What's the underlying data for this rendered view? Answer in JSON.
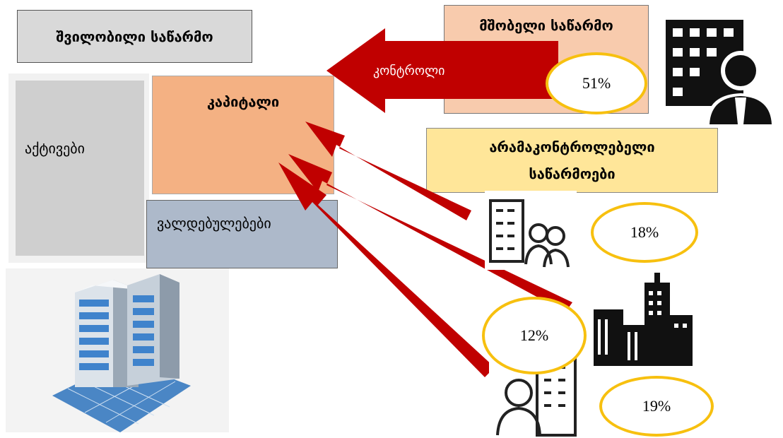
{
  "boxes": {
    "subsidiary": "შვილობილი საწარმო",
    "assets": "აქტივები",
    "capital": "კაპიტალი",
    "liabilities": "ვალდებულებები",
    "parent": "მშობელი საწარმო",
    "non_controlling_line1": "არამაკონტროლებელი",
    "non_controlling_line2": "საწარმოები"
  },
  "arrow_label": "კონტროლი",
  "percentages": {
    "parent": "51%",
    "nc_a": "18%",
    "nc_b": "12%",
    "nc_c": "19%"
  },
  "colors": {
    "arrow": "#c00000",
    "oval_border": "#f7c00f",
    "capital": "#f4b183",
    "liabilities": "#adb9ca",
    "parent": "#f8cbad",
    "non_controlling": "#ffe699"
  },
  "icons": [
    "office-building-icon",
    "businessman-icon",
    "building-people-icon",
    "city-buildings-icon",
    "building-person-icon"
  ]
}
